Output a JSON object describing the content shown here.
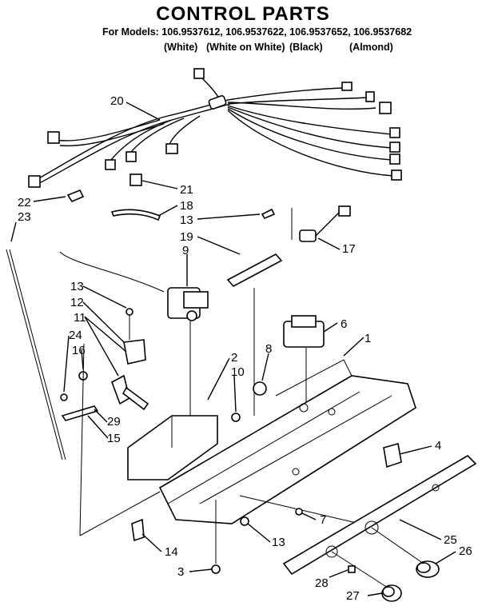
{
  "header": {
    "title": "CONTROL PARTS",
    "models": "For Models: 106.9537612, 106.9537622, 106.9537652, 106.9537682",
    "variants": [
      "(White)",
      "(White on White)",
      "(Black)",
      "(Almond)"
    ]
  },
  "callouts": [
    "20",
    "21",
    "22",
    "23",
    "18",
    "13",
    "19",
    "17",
    "9",
    "13",
    "12",
    "11",
    "24",
    "16",
    "6",
    "8",
    "1",
    "2",
    "10",
    "29",
    "15",
    "4",
    "14",
    "13",
    "7",
    "25",
    "26",
    "3",
    "28",
    "27"
  ]
}
